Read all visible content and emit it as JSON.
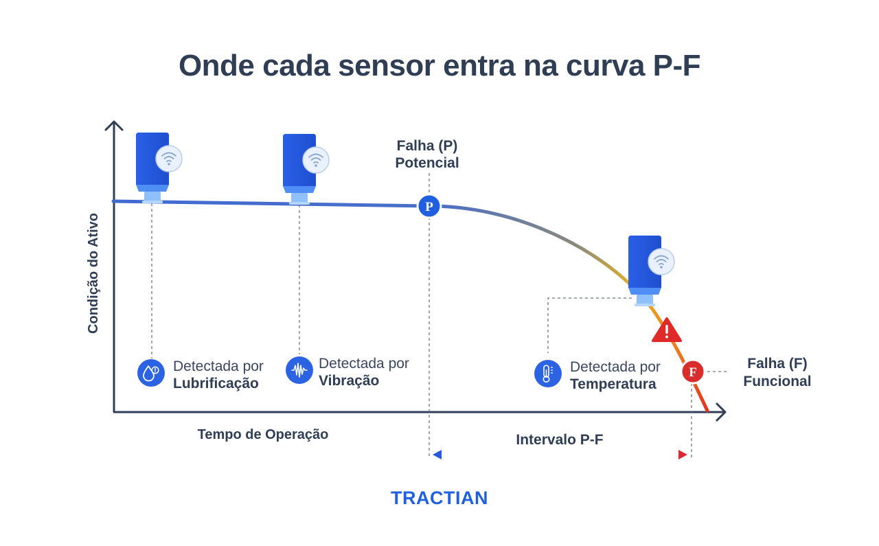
{
  "title": "Onde cada sensor entra na curva P-F",
  "axes": {
    "y_label": "Condição do Ativo",
    "x_label": "Tempo de Operação"
  },
  "points": {
    "p": {
      "letter": "P",
      "label_line1": "Falha (P)",
      "label_line2": "Potencial",
      "color": "#1f5fe0"
    },
    "f": {
      "letter": "F",
      "label_line1": "Falha (F)",
      "label_line2": "Funcional",
      "color": "#d92d2d"
    }
  },
  "detections": [
    {
      "prefix": "Detectada por",
      "method": "Lubrificação",
      "icon": "oil-drop-icon"
    },
    {
      "prefix": "Detectada por",
      "method": "Vibração",
      "icon": "vibration-wave-icon"
    },
    {
      "prefix": "Detectada por",
      "method": "Temperatura",
      "icon": "thermometer-icon"
    }
  ],
  "interval": {
    "label": "Intervalo P-F"
  },
  "warning_icon": "warning-triangle-icon",
  "sensor_icon": "wireless-sensor-icon",
  "brand": "TRACTIAN",
  "colors": {
    "primary_blue": "#1f5fe0",
    "sensor_blue": "#2b63e3",
    "alert_red": "#d92d2d",
    "warning_yellow": "#e8b21e",
    "text_dark": "#2f3d55"
  }
}
